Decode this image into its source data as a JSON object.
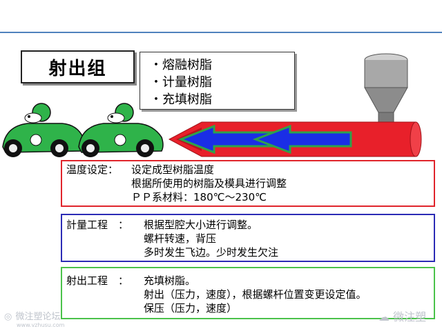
{
  "title": "射出组",
  "bullets": [
    "熔融树脂",
    "计量树脂",
    "充填树脂"
  ],
  "bullet_marker": "・",
  "panels": {
    "temperature": {
      "label": "温度设定：",
      "lines": [
        "设定成型树脂温度",
        "根据所使用的树脂及模具进行调整",
        "ＰＰ系材料：180℃～230℃"
      ]
    },
    "metering": {
      "label": "計量工程　：",
      "lines": [
        "根据型腔大小进行调整。",
        "螺杆转速，背压",
        "多时发生飞边。少时发生欠注"
      ]
    },
    "injection": {
      "label": "射出工程　：",
      "lines": [
        "充填树脂。",
        "射出（压力，速度），根据螺杆位置变更设定值。",
        "保压（压力，速度）"
      ]
    }
  },
  "watermark": {
    "left_cn": "微注塑论坛",
    "left_url": "www.vzhusu.com",
    "right_cn": "微注塑"
  },
  "colors": {
    "barrel": "#e8202a",
    "arrow": "#1428e0",
    "arrow_outline": "#2fa24a",
    "car": "#2fb34a",
    "hopper": "#9a9a9a",
    "temperature_border": "#e0242b",
    "metering_border": "#2b2bb5",
    "injection_border": "#4ac24a"
  },
  "icons": [
    "car-icon",
    "driver-icon",
    "hopper-icon",
    "barrel-icon",
    "arrow-icon"
  ]
}
